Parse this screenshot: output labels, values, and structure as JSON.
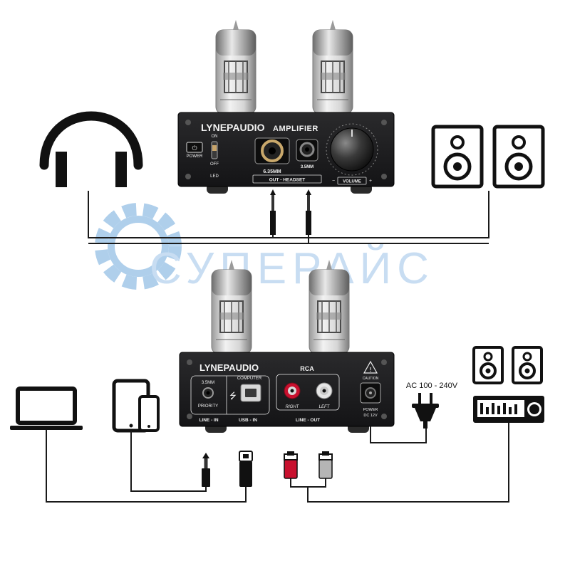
{
  "watermark": {
    "text": "СУПЕРАЙС"
  },
  "front_panel": {
    "brand": "LYNEPAUDIO",
    "model": "AMPLIFIER",
    "power_button_label": "POWER",
    "switch_on": "ON",
    "switch_off": "OFF",
    "led_label": "LED",
    "jack_635_label": "6.35MM",
    "jack_35_label": "3.5MM",
    "headset_label": "OUT - HEADSET",
    "volume_label": "VOLUME",
    "volume_minus": "−",
    "volume_plus": "+"
  },
  "back_panel": {
    "brand": "LYNEPAUDIO",
    "rca_title": "RCA",
    "jack_35_label": "3.5MM",
    "computer_label": "COMPUTER",
    "priority_label": "PRIORITY",
    "line_in_label": "LINE - IN",
    "usb_in_label": "USB - IN",
    "right_label": "RIGHT",
    "left_label": "LEFT",
    "line_out_label": "LINE - OUT",
    "caution_label": "CAUTION",
    "power_label": "POWER",
    "dc_label": "DC 12V"
  },
  "power_supply": {
    "label": "AC 100 - 240V"
  },
  "colors": {
    "device_body": "#1c1c1e",
    "panel_line": "#e8e8e8",
    "wire": "#1a1a1a",
    "rca_right": "#c8102e",
    "rca_left": "#b5b5b5",
    "watermark": "#5b9bd5"
  }
}
